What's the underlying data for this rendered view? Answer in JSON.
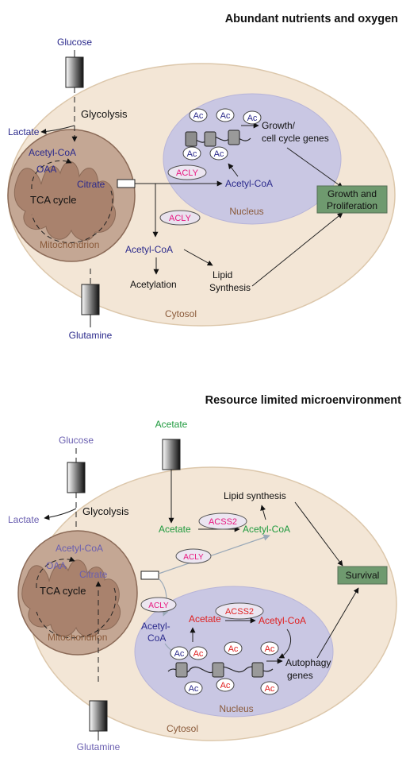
{
  "colors": {
    "cell_fill": "#f3e6d6",
    "cell_stroke": "#d8c2a6",
    "nucleus_fill": "#c9c7e3",
    "mito_fill": "#c4a794",
    "mito_inner": "#a9826d",
    "dark_blue": "#2b2a8c",
    "light_purple": "#6a5fb0",
    "magenta": "#e8167f",
    "green_text": "#1f9a3e",
    "red_text": "#e02020",
    "brown_text": "#8a5a3a",
    "survival_box": "#6f9a6f"
  },
  "panel1": {
    "heading": "Abundant nutrients and oxygen",
    "glucose": "Glucose",
    "glycolysis": "Glycolysis",
    "lactate": "Lactate",
    "acetyl_coa_mito": "Acetyl-CoA",
    "oaa": "OAA",
    "citrate": "Citrate",
    "tca_cycle": "TCA cycle",
    "mitochondrion": "Mitochondrion",
    "acly_cyto": "ACLY",
    "acetyl_coa_cyto": "Acetyl-CoA",
    "acetylation": "Acetylation",
    "lipid": "Lipid",
    "synthesis": "Synthesis",
    "cytosol": "Cytosol",
    "glutamine": "Glutamine",
    "nucleus": "Nucleus",
    "acly_nuc": "ACLY",
    "acetyl_coa_nuc": "Acetyl-CoA",
    "ac": "Ac",
    "growth_genes_1": "Growth/",
    "growth_genes_2": "cell cycle genes",
    "growth_box_1": "Growth and",
    "growth_box_2": "Proliferation"
  },
  "panel2": {
    "heading": "Resource limited microenvironment",
    "acetate_top": "Acetate",
    "glucose": "Glucose",
    "glycolysis": "Glycolysis",
    "lactate": "Lactate",
    "acetate_cyto": "Acetate",
    "acss2_cyto": "ACSS2",
    "acetyl_coa_cyto": "Acetyl-CoA",
    "lipid_synthesis": "Lipid synthesis",
    "acly_cyto": "ACLY",
    "acetyl_coa_mito": "Acetyl-CoA",
    "oaa": "OAA",
    "citrate": "Citrate",
    "tca_cycle": "TCA cycle",
    "mitochondrion": "Mitochondrion",
    "survival": "Survival",
    "acly_nuc": "ACLY",
    "acetate_nuc": "Acetate",
    "acss2_nuc": "ACSS2",
    "acetyl_coa_nuc": "Acetyl-CoA",
    "acetyl_1": "Acetyl-",
    "acetyl_2": "CoA",
    "ac": "Ac",
    "autophagy_1": "Autophagy",
    "autophagy_2": "genes",
    "nucleus": "Nucleus",
    "cytosol": "Cytosol",
    "glutamine": "Glutamine"
  }
}
